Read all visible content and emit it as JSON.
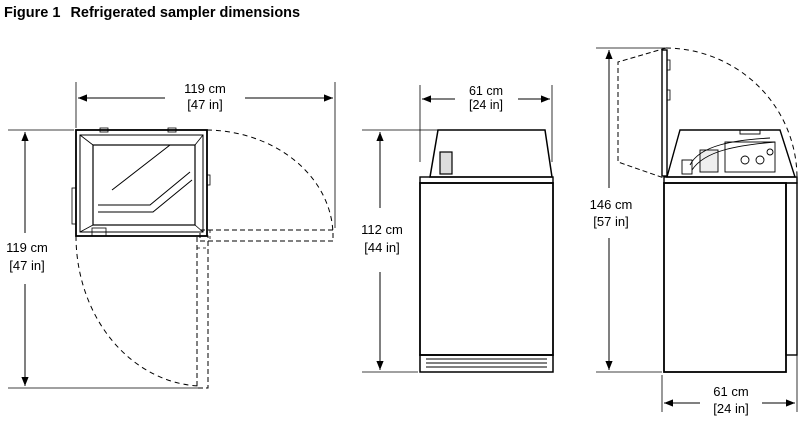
{
  "figure": {
    "number": "Figure 1",
    "caption": "Refrigerated sampler dimensions"
  },
  "top_view": {
    "width_cm": "119 cm",
    "width_in": "[47 in]",
    "depth_cm": "119 cm",
    "depth_in": "[47 in]"
  },
  "front_view": {
    "width_cm": "61 cm",
    "width_in": "[24 in]",
    "height_cm": "112 cm",
    "height_in": "[44 in]"
  },
  "side_view": {
    "height_cm": "146 cm",
    "height_in": "[57 in]",
    "width_cm": "61 cm",
    "width_in": "[24 in]"
  }
}
